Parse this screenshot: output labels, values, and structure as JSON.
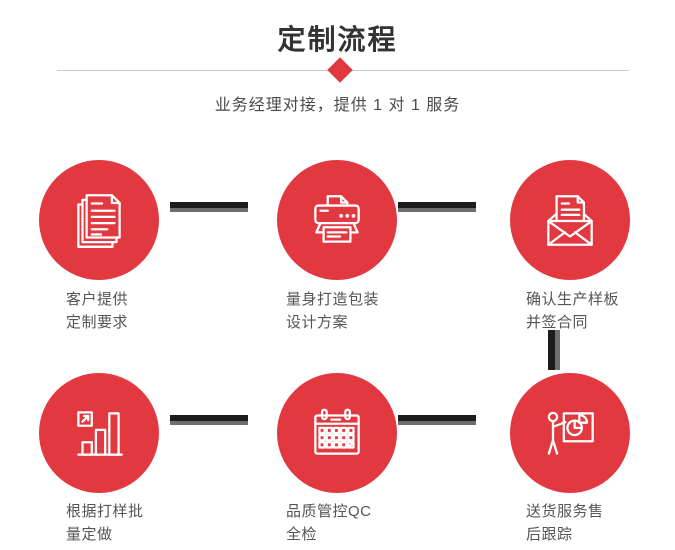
{
  "header": {
    "title": "定制流程",
    "subtitle": "业务经理对接，提供 1 对 1 服务"
  },
  "colors": {
    "accent_red": "#e23940",
    "connector_dark": "#1c1c1c",
    "connector_gray": "#6e6e6e",
    "title_text": "#333333",
    "label_text": "#555555",
    "divider_line": "#cccccc"
  },
  "steps": [
    {
      "icon": "documents-icon",
      "label_line1": "客户提供",
      "label_line2": "定制要求"
    },
    {
      "icon": "printer-icon",
      "label_line1": "量身打造包装",
      "label_line2": "设计方案"
    },
    {
      "icon": "envelope-icon",
      "label_line1": "确认生产样板",
      "label_line2": "并签合同"
    },
    {
      "icon": "bar-chart-icon",
      "label_line1": "根据打样批",
      "label_line2": "量定做"
    },
    {
      "icon": "calendar-icon",
      "label_line1": "品质管控QC",
      "label_line2": "全检"
    },
    {
      "icon": "presentation-icon",
      "label_line1": "送货服务售",
      "label_line2": "后跟踪"
    }
  ]
}
